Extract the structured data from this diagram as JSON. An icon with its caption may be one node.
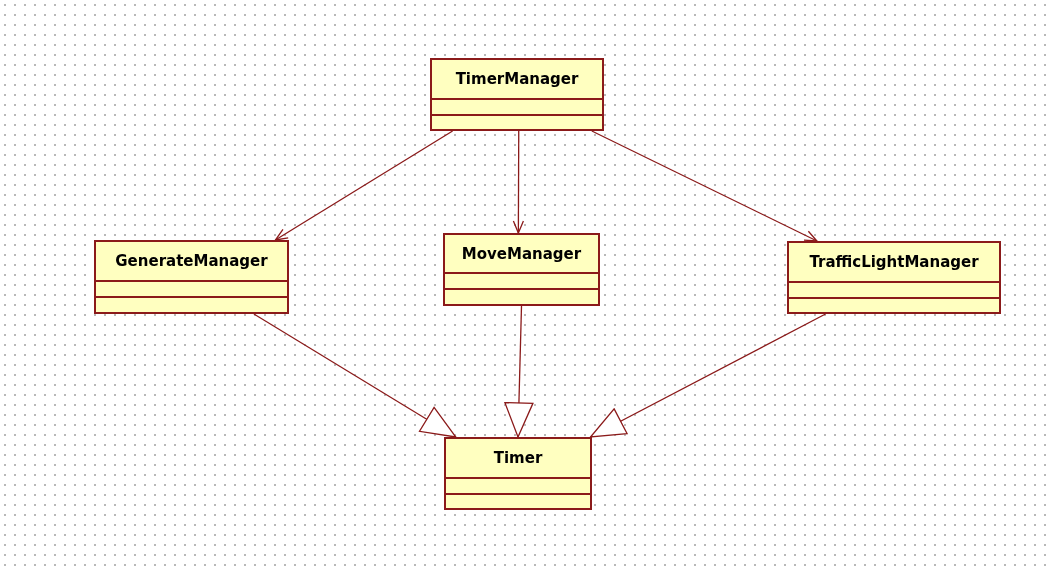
{
  "diagram": {
    "nodes": [
      {
        "text": [
          "TimerManager"
        ]
      },
      {
        "text": [
          "GenerateManager"
        ]
      },
      {
        "text": [
          "MoveManager"
        ]
      },
      {
        "text": [
          "TrafficLightManager"
        ]
      },
      {
        "text": [
          "Timer"
        ]
      }
    ],
    "edges": [
      {
        "from": 0,
        "to": 1,
        "arrow": "to"
      },
      {
        "from": 0,
        "to": 2,
        "arrow": "to"
      },
      {
        "from": 0,
        "to": 3,
        "arrow": "to"
      },
      {
        "from": 1,
        "to": 4,
        "arrow": "to"
      },
      {
        "from": 2,
        "to": 4,
        "arrow": "to"
      },
      {
        "from": 3,
        "to": 4,
        "arrow": "to"
      }
    ]
  }
}
